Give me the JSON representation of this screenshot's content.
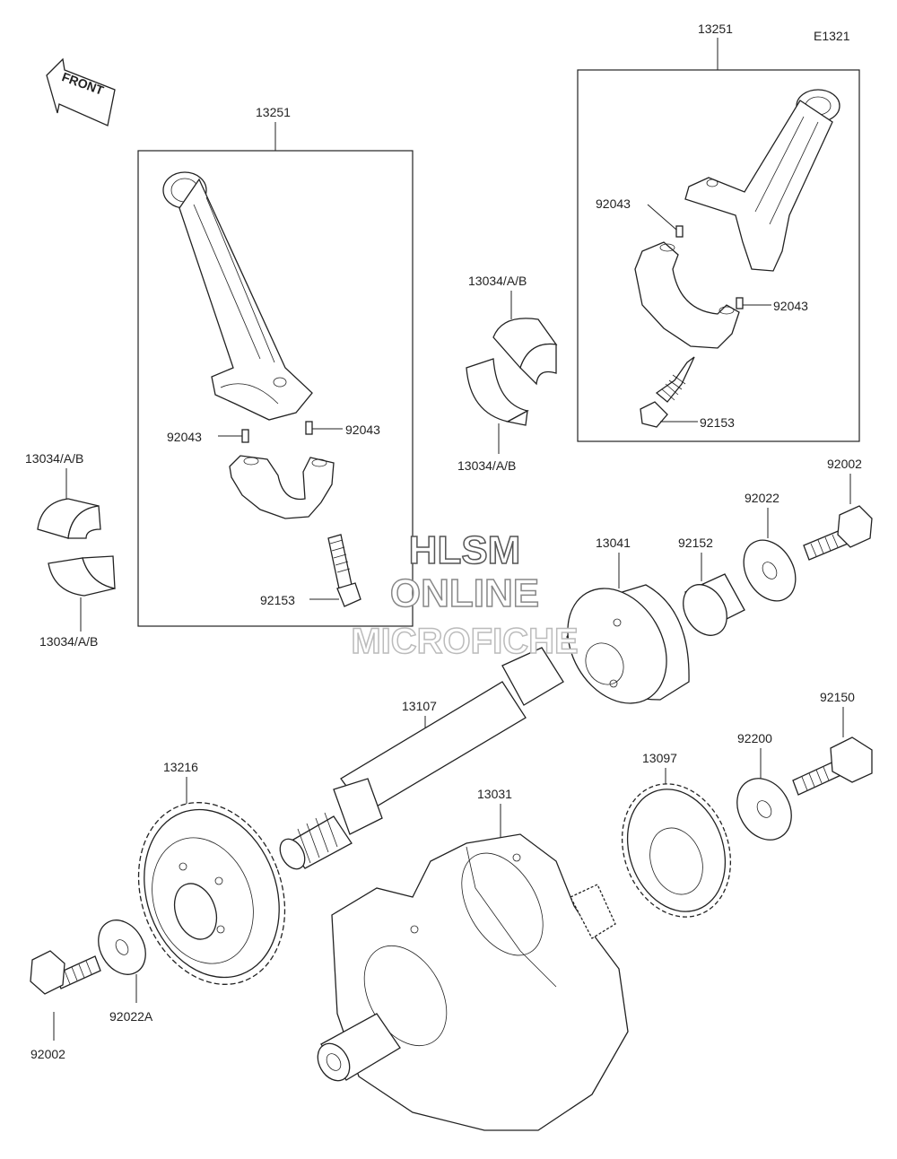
{
  "diagram_code": "E1321",
  "front_label": "FRONT",
  "watermark": {
    "line1": "HLSM",
    "line2": "ONLINE",
    "line3": "MICROFICHE"
  },
  "labels": {
    "conrod_left": "13251",
    "conrod_right": "13251",
    "dowel_l1": "92043",
    "dowel_l2": "92043",
    "dowel_r1": "92043",
    "dowel_r2": "92043",
    "bolt_l": "92153",
    "bolt_r": "92153",
    "bearing_left_top": "13034/A/B",
    "bearing_left_bottom": "13034/A/B",
    "bearing_mid_top": "13034/A/B",
    "bearing_mid_bottom": "13034/A/B",
    "rotor": "13041",
    "collar": "92152",
    "washer_top": "92022",
    "bolt_top": "92002",
    "shaft": "13107",
    "gear_left": "13216",
    "crankshaft": "13031",
    "gear_right": "13097",
    "washer_right": "92200",
    "bolt_right": "92150",
    "washer_left": "92022A",
    "bolt_left": "92002"
  }
}
